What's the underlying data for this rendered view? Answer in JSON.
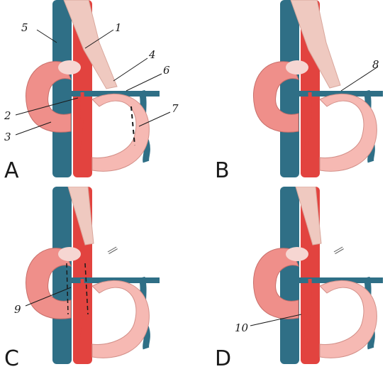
{
  "colors": {
    "vein": "#2f6f86",
    "vein_dark": "#1f5468",
    "artery": "#e2433f",
    "artery_dark": "#b92e2c",
    "duodenum": "#ef8f8a",
    "pancreas": "#f6b9b3",
    "ligament": "#efc9c0",
    "line": "#1a1a1a"
  },
  "panels": [
    {
      "letter": "A",
      "callouts": [
        "1",
        "2",
        "3",
        "4",
        "5",
        "6",
        "7"
      ]
    },
    {
      "letter": "B",
      "callouts": [
        "8"
      ]
    },
    {
      "letter": "C",
      "callouts": [
        "9"
      ]
    },
    {
      "letter": "D",
      "callouts": [
        "10"
      ]
    }
  ],
  "icons": [
    "scissors-icon"
  ]
}
